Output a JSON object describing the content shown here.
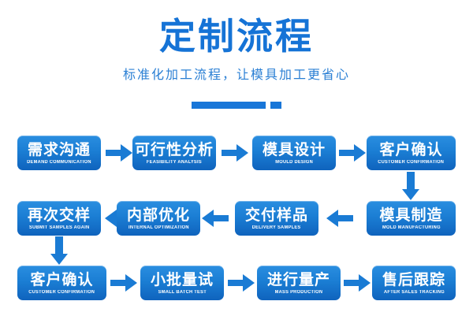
{
  "header": {
    "title": "定制流程",
    "subtitle": "标准化加工流程，让模具加工更省心",
    "divider_icon": "divider-bar",
    "title_color": "#1573d6",
    "subtitle_color": "#2a7fd4",
    "divider_color": "#1876d8"
  },
  "theme": {
    "node_blue_light": "#2a8ee0",
    "node_blue_mid": "#1b7ed4",
    "node_blue_dark": "#0f63bd",
    "arrow_blue": "#1a7bd4",
    "background": "#ffffff"
  },
  "flow": {
    "rows": [
      {
        "direction": "left-to-right",
        "nodes": [
          {
            "cn": "需求沟通",
            "en": "DEMAND COMMUNICATION"
          },
          {
            "cn": "可行性分析",
            "en": "FEASIBILITY ANALYSIS"
          },
          {
            "cn": "模具设计",
            "en": "MOULD DESIGN"
          },
          {
            "cn": "客户确认",
            "en": "CUSTOMER CONFIRMATION"
          }
        ]
      },
      {
        "direction": "right-to-left",
        "nodes": [
          {
            "cn": "再次交样",
            "en": "SUBMIT SAMPLES AGAIN"
          },
          {
            "cn": "内部优化",
            "en": "INTERNAL OPTIMIZATION"
          },
          {
            "cn": "交付样品",
            "en": "DELIVERY SAMPLES"
          },
          {
            "cn": "模具制造",
            "en": "MOLD MANUFACTURING"
          }
        ]
      },
      {
        "direction": "left-to-right",
        "nodes": [
          {
            "cn": "客户确认",
            "en": "CUSTOMER CONFIRMATION"
          },
          {
            "cn": "小批量试",
            "en": "SMALL BATCH TEST"
          },
          {
            "cn": "进行量产",
            "en": "MASS PRODUCTION"
          },
          {
            "cn": "售后跟踪",
            "en": "AFTER SALES TRACKING"
          }
        ]
      }
    ],
    "connectors": {
      "row1_to_row2": "arrow-down-right",
      "row2_to_row3": "arrow-down-left"
    }
  }
}
